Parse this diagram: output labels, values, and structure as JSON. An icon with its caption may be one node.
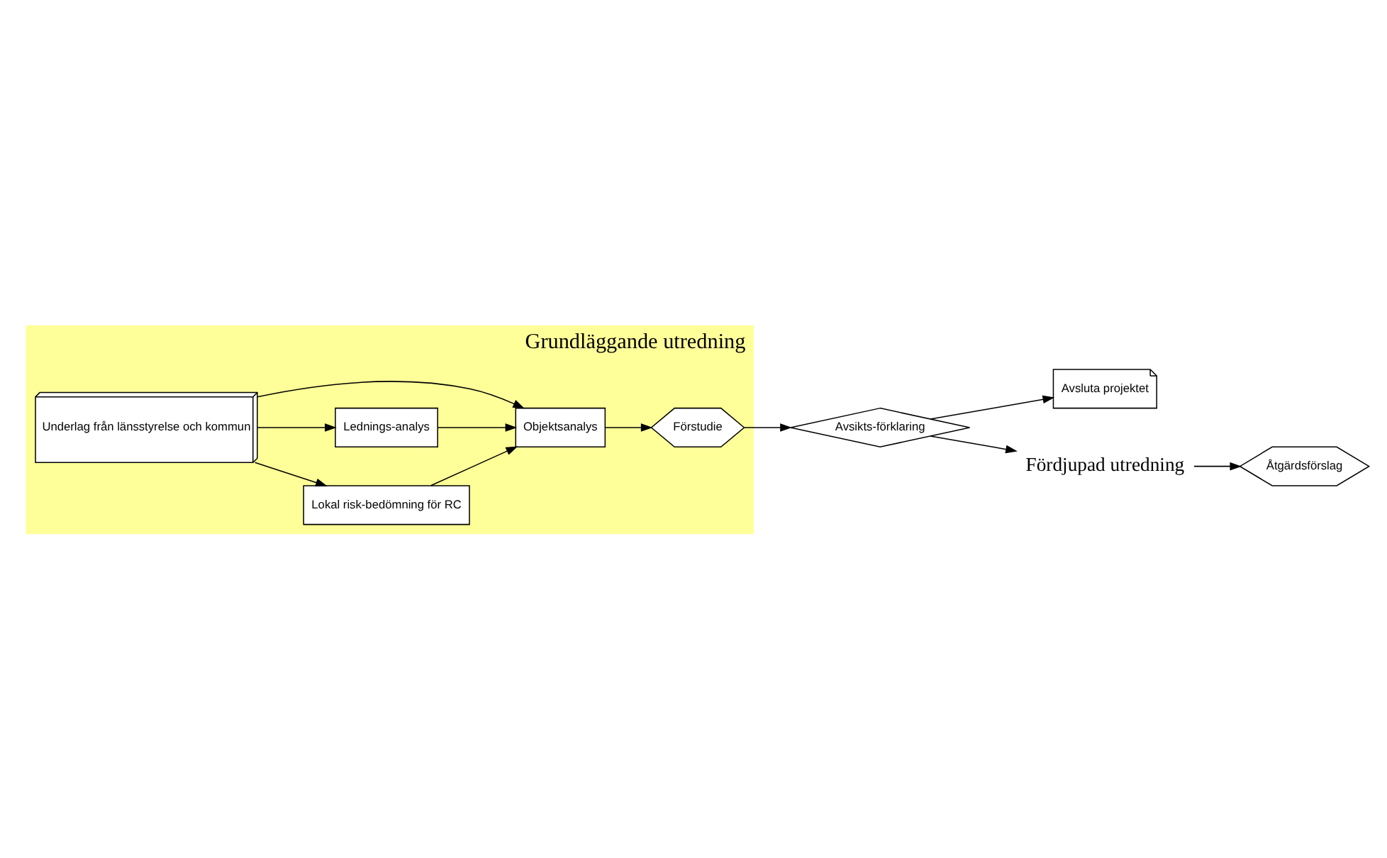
{
  "diagram": {
    "nodes": [
      {
        "text": [
          "Grundläggande utredning"
        ]
      },
      {
        "text": [
          "Lokal risk-bedömning för RC"
        ],
        "in": 0
      },
      {
        "text": [
          "Lednings-analys"
        ],
        "in": 0
      },
      {
        "text": [
          "Objektsanalys"
        ],
        "in": 0
      },
      {
        "text": [
          "Förstudie"
        ],
        "in": 0
      },
      {
        "text": [
          "Underlag från länsstyrelse och kommun"
        ],
        "in": 0
      },
      {
        "text": [
          "Avsluta projektet"
        ]
      },
      {
        "text": [
          "Avsikts-förklaring"
        ]
      },
      {
        "text": [
          "Fördjupad utredning"
        ]
      },
      {
        "text": [
          "Åtgärdsförslag"
        ]
      }
    ],
    "edges": [
      {
        "from": 5,
        "to": 1,
        "arrow": "to"
      },
      {
        "from": 5,
        "to": 2,
        "arrow": "to"
      },
      {
        "from": 5,
        "to": 3,
        "arrow": "to"
      },
      {
        "from": 1,
        "to": 3,
        "arrow": "to"
      },
      {
        "from": 2,
        "to": 3,
        "arrow": "to"
      },
      {
        "from": 3,
        "to": 4,
        "arrow": "to"
      },
      {
        "from": 4,
        "to": 7,
        "arrow": "to"
      },
      {
        "from": 7,
        "to": 6,
        "arrow": "to"
      },
      {
        "from": 7,
        "to": 8,
        "arrow": "to"
      },
      {
        "from": 8,
        "to": 9,
        "arrow": "to"
      }
    ]
  }
}
